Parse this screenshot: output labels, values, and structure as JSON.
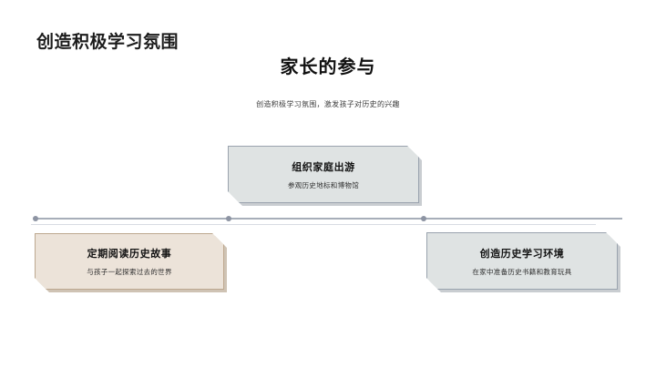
{
  "slide": {
    "title": "创造积极学习氛围",
    "heading": "家长的参与",
    "subtitle": "创造积极学习氛围，激发孩子对历史的兴趣"
  },
  "timeline": {
    "dots": [
      {
        "name": "timeline-dot-1"
      },
      {
        "name": "timeline-dot-2"
      },
      {
        "name": "timeline-dot-3"
      }
    ]
  },
  "cards": [
    {
      "id": "top",
      "title": "组织家庭出游",
      "desc": "参观历史地标和博物馆",
      "fill": "#dfe3e3",
      "border": "#9aa3ae"
    },
    {
      "id": "left",
      "title": "定期阅读历史故事",
      "desc": "与孩子一起探索过去的世界",
      "fill": "#ece3d9",
      "border": "#bda88f"
    },
    {
      "id": "right",
      "title": "创造历史学习环境",
      "desc": "在家中准备历史书籍和教育玩具",
      "fill": "#dfe3e3",
      "border": "#9aa3ae"
    }
  ],
  "colors": {
    "background": "#ffffff",
    "timeline_line": "#a7aeb9",
    "timeline_dot": "#8d94a3",
    "text_primary": "#111111"
  }
}
